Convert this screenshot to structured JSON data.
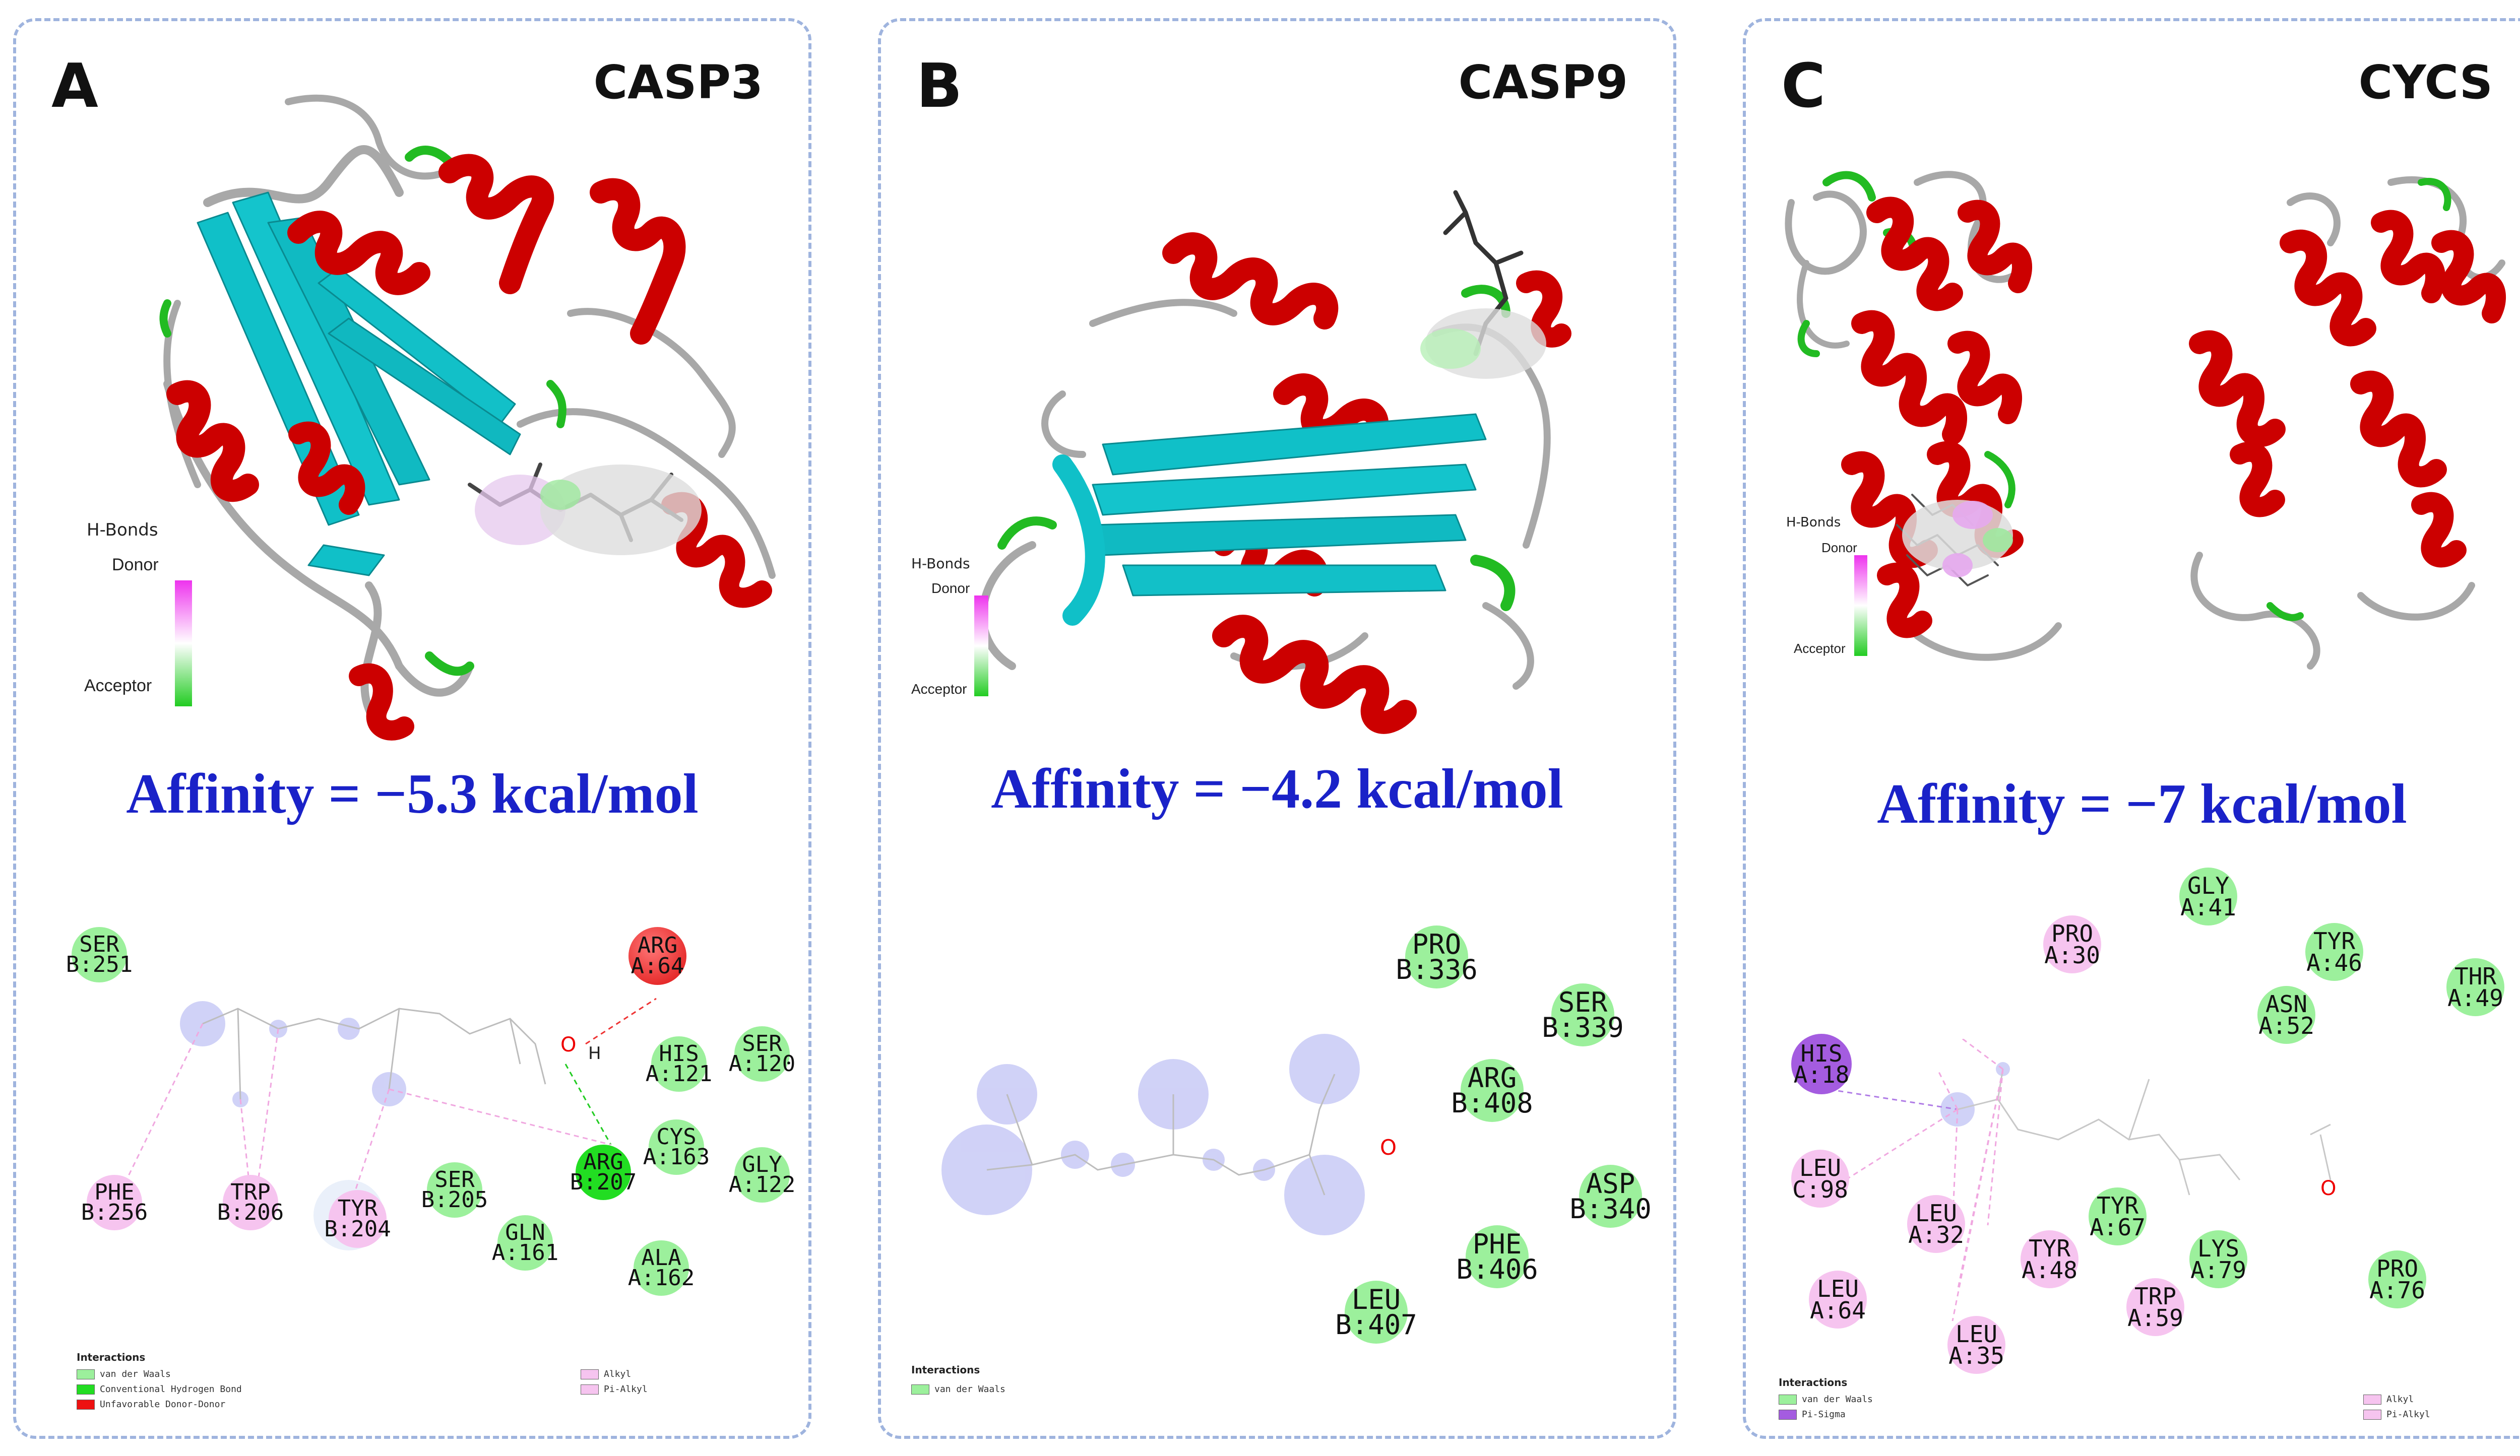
{
  "colors": {
    "helix": "#cc0000",
    "sheet": "#10c0c8",
    "coil": "#a8a8a8",
    "turn": "#22bb22",
    "vdw": "#9cf09c",
    "hbond": "#22dd22",
    "unfavorable": "#ee1111",
    "alkyl": "#f6c4ef",
    "pisigma": "#a45ce0",
    "affinity_text": "#1a22c8",
    "border": "#9fb4de"
  },
  "panels": [
    {
      "letter": "A",
      "title": "CASP3",
      "affinity": "Affinity = −5.3 kcal/mol",
      "hbond_title": "H-Bonds",
      "donor": "Donor",
      "acceptor": "Acceptor",
      "residues": [
        {
          "l1": "SER",
          "l2": "B:251",
          "type": "vdw"
        },
        {
          "l1": "ARG",
          "l2": "A:64",
          "type": "unfavorable"
        },
        {
          "l1": "HIS",
          "l2": "A:121",
          "type": "vdw"
        },
        {
          "l1": "SER",
          "l2": "A:120",
          "type": "vdw"
        },
        {
          "l1": "CYS",
          "l2": "A:163",
          "type": "vdw"
        },
        {
          "l1": "GLY",
          "l2": "A:122",
          "type": "vdw"
        },
        {
          "l1": "ARG",
          "l2": "B:207",
          "type": "hbond"
        },
        {
          "l1": "ALA",
          "l2": "A:162",
          "type": "vdw"
        },
        {
          "l1": "GLN",
          "l2": "A:161",
          "type": "vdw"
        },
        {
          "l1": "SER",
          "l2": "B:205",
          "type": "vdw"
        },
        {
          "l1": "TYR",
          "l2": "B:204",
          "type": "alkyl"
        },
        {
          "l1": "TRP",
          "l2": "B:206",
          "type": "alkyl"
        },
        {
          "l1": "PHE",
          "l2": "B:256",
          "type": "alkyl"
        }
      ],
      "atoms": [
        "O",
        "H"
      ],
      "legend_title": "Interactions",
      "legend_left": [
        {
          "label": "van der Waals",
          "type": "vdw"
        },
        {
          "label": "Conventional Hydrogen Bond",
          "type": "hbond"
        },
        {
          "label": "Unfavorable Donor-Donor",
          "type": "unfavorable"
        }
      ],
      "legend_right": [
        {
          "label": "Alkyl",
          "type": "alkyl"
        },
        {
          "label": "Pi-Alkyl",
          "type": "alkyl"
        }
      ]
    },
    {
      "letter": "B",
      "title": "CASP9",
      "affinity": "Affinity = −4.2 kcal/mol",
      "hbond_title": "H-Bonds",
      "donor": "Donor",
      "acceptor": "Acceptor",
      "residues": [
        {
          "l1": "PRO",
          "l2": "B:336",
          "type": "vdw"
        },
        {
          "l1": "SER",
          "l2": "B:339",
          "type": "vdw"
        },
        {
          "l1": "ARG",
          "l2": "B:408",
          "type": "vdw"
        },
        {
          "l1": "ASP",
          "l2": "B:340",
          "type": "vdw"
        },
        {
          "l1": "PHE",
          "l2": "B:406",
          "type": "vdw"
        },
        {
          "l1": "LEU",
          "l2": "B:407",
          "type": "vdw"
        }
      ],
      "atoms": [
        "O"
      ],
      "legend_title": "Interactions",
      "legend_left": [
        {
          "label": "van der Waals",
          "type": "vdw"
        }
      ],
      "legend_right": []
    },
    {
      "letter": "C",
      "title": "CYCS",
      "affinity": "Affinity = −7 kcal/mol",
      "hbond_title": "H-Bonds",
      "donor": "Donor",
      "acceptor": "Acceptor",
      "residues": [
        {
          "l1": "GLY",
          "l2": "A:41",
          "type": "vdw"
        },
        {
          "l1": "PRO",
          "l2": "A:30",
          "type": "alkyl"
        },
        {
          "l1": "TYR",
          "l2": "A:46",
          "type": "vdw"
        },
        {
          "l1": "THR",
          "l2": "A:49",
          "type": "vdw"
        },
        {
          "l1": "ASN",
          "l2": "A:52",
          "type": "vdw"
        },
        {
          "l1": "HIS",
          "l2": "A:18",
          "type": "pisigma"
        },
        {
          "l1": "LEU",
          "l2": "C:98",
          "type": "alkyl"
        },
        {
          "l1": "LEU",
          "l2": "A:32",
          "type": "alkyl"
        },
        {
          "l1": "TYR",
          "l2": "A:67",
          "type": "vdw"
        },
        {
          "l1": "TYR",
          "l2": "A:48",
          "type": "alkyl"
        },
        {
          "l1": "LYS",
          "l2": "A:79",
          "type": "vdw"
        },
        {
          "l1": "PRO",
          "l2": "A:76",
          "type": "vdw"
        },
        {
          "l1": "LEU",
          "l2": "A:64",
          "type": "alkyl"
        },
        {
          "l1": "TRP",
          "l2": "A:59",
          "type": "alkyl"
        },
        {
          "l1": "LEU",
          "l2": "A:35",
          "type": "alkyl"
        }
      ],
      "atoms": [
        "O"
      ],
      "legend_title": "Interactions",
      "legend_left": [
        {
          "label": "van der Waals",
          "type": "vdw"
        },
        {
          "label": "Pi-Sigma",
          "type": "pisigma"
        }
      ],
      "legend_right": [
        {
          "label": "Alkyl",
          "type": "alkyl"
        },
        {
          "label": "Pi-Alkyl",
          "type": "alkyl"
        }
      ]
    }
  ]
}
